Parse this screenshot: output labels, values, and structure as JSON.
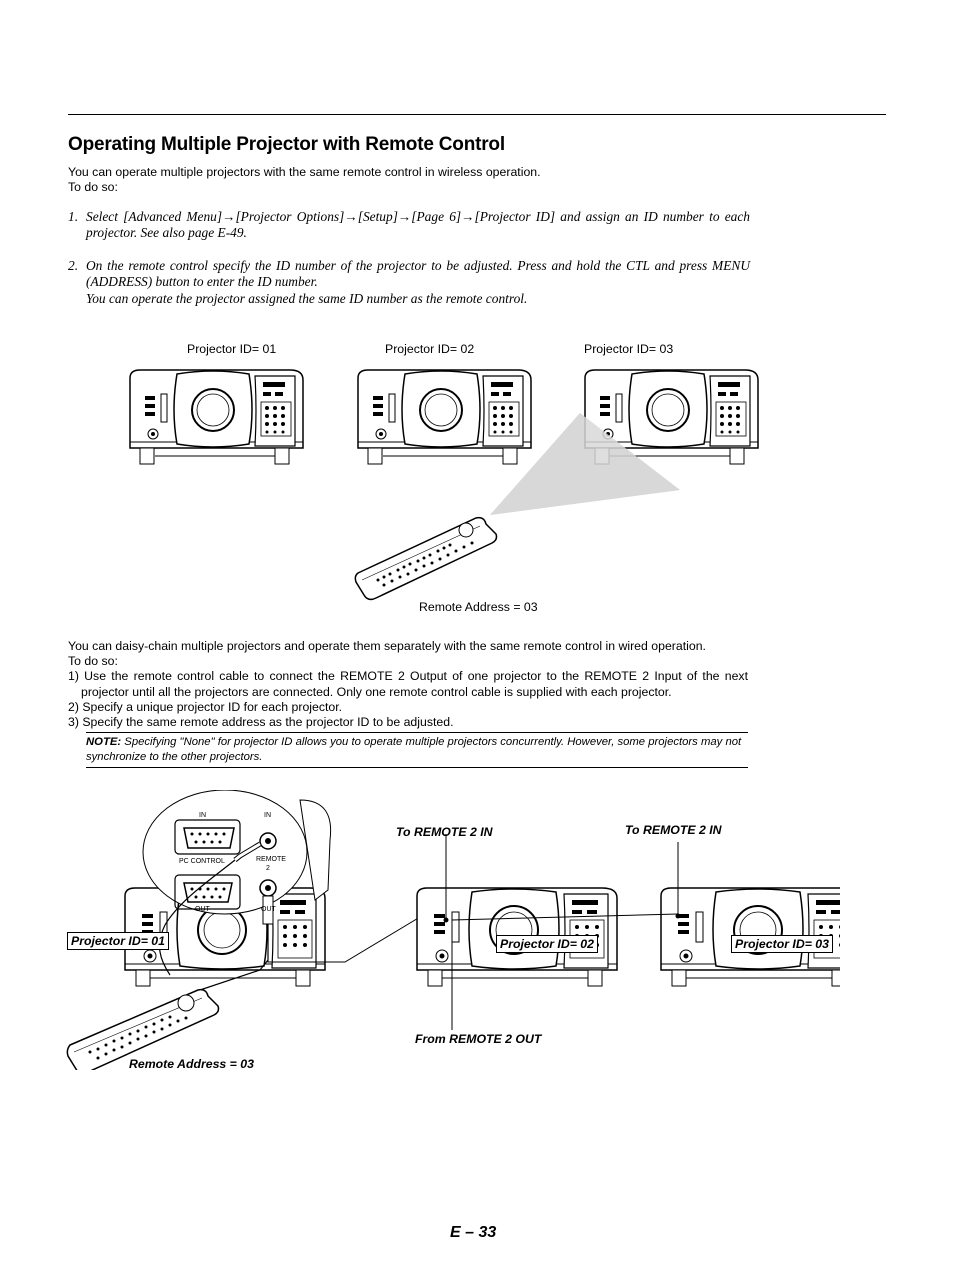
{
  "heading": "Operating Multiple Projector with Remote Control",
  "intro": {
    "line1": "You can operate multiple projectors with the same remote control in wireless operation.",
    "line2": "To do so:"
  },
  "steps": [
    {
      "num": "1.",
      "text": "Select [Advanced Menu]→[Projector Options]→[Setup]→[Page 6]→[Projector ID] and assign an ID number to each projector. See also page E-49."
    },
    {
      "num": "2.",
      "text": "On the remote control specify the ID number of the projector to be adjusted. Press and hold the CTL and press MENU (ADDRESS) button to enter the ID number.",
      "text2": "You can operate the projector assigned the same ID number as the remote control."
    }
  ],
  "figure1": {
    "projector_labels": [
      "Projector ID= 01",
      "Projector ID= 02",
      "Projector ID= 03"
    ],
    "remote_label": "Remote Address = 03"
  },
  "wired": {
    "line1": "You can daisy-chain multiple projectors and operate them separately with the same remote control in wired operation.",
    "line2": "To do so:",
    "items": [
      "1) Use the remote control cable to connect the REMOTE 2 Output of one projector to the REMOTE 2 Input of the next projector until all the projectors are connected. Only one remote control cable is supplied with each projector.",
      "2) Specify a unique projector ID for each projector.",
      "3) Specify the same remote address as the projector ID to be adjusted."
    ],
    "note_label": "NOTE:",
    "note_text": "Specifying \"None\" for projector ID allows you to operate multiple projectors concurrently. However, some projectors may not synchronize to the other projectors."
  },
  "figure2": {
    "panel": {
      "in1": "IN",
      "in2": "IN",
      "pc_control": "PC CONTROL",
      "remote2_a": "REMOTE",
      "remote2_b": "2",
      "out1": "OUT",
      "out2": "OUT"
    },
    "to_remote_1": "To REMOTE 2 IN",
    "to_remote_2": "To REMOTE 2 IN",
    "from_remote": "From REMOTE 2 OUT",
    "projector_labels": [
      "Projector ID= 01",
      "Projector ID= 02",
      "Projector ID= 03"
    ],
    "remote_label": "Remote Address = 03"
  },
  "page_number": "E – 33"
}
